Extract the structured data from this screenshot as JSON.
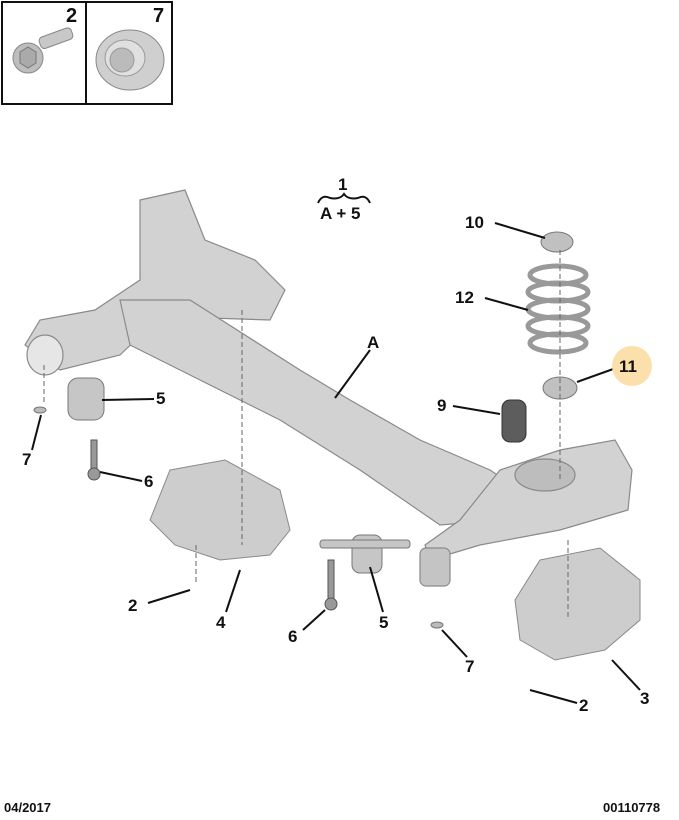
{
  "inset_boxes": [
    {
      "ref": "2",
      "part": "bolt-icon"
    },
    {
      "ref": "7",
      "part": "washer-icon"
    }
  ],
  "assembly": {
    "ref": "1",
    "composition": "A + 5"
  },
  "callouts": {
    "a": "A",
    "c10": "10",
    "c12": "12",
    "c11": "11",
    "c9": "9",
    "c5_left": "5",
    "c7_left": "7",
    "c6_left": "6",
    "c2_left": "2",
    "c4": "4",
    "c6_mid": "6",
    "c5_mid": "5",
    "c7_right": "7",
    "c3": "3",
    "c2_right": "2"
  },
  "highlight": {
    "ref": "11",
    "color": "#fbe0ab"
  },
  "footer": {
    "date": "04/2017",
    "code": "00110778"
  }
}
